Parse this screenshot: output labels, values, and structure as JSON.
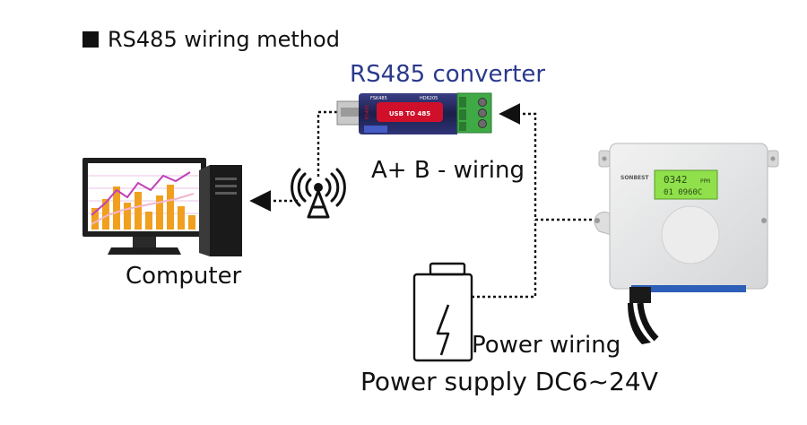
{
  "title": "RS485 wiring method",
  "converter_label": "RS485 converter",
  "converter": {
    "top_left": "FSK485",
    "top_right": "HD6205",
    "badge": "USB TO 485",
    "side": "RS485"
  },
  "wiring_label": "A+ B - wiring",
  "computer_label": "Computer",
  "power_wiring_label": "Power wiring",
  "power_supply_label": "Power supply DC6~24V",
  "sensor": {
    "brand": "SONBEST",
    "lcd_line1": "0342",
    "lcd_unit": "PPM",
    "lcd_line2": "01  0960C"
  },
  "colors": {
    "converter_label": "#2a3a8c",
    "lcd": "#8fe04a",
    "usb_red": "#d0102a",
    "terminal_green": "#3faa45"
  }
}
